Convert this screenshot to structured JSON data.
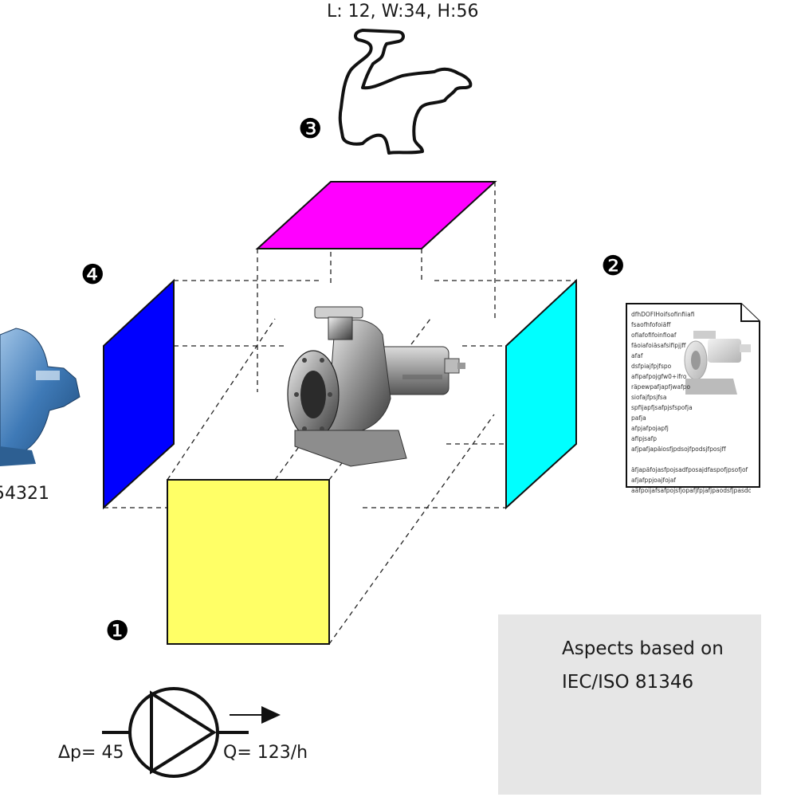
{
  "dimensions_label": "L: 12, W:34, H:56",
  "markers": {
    "one": "❶",
    "two": "❷",
    "three": "❸",
    "four": "❹"
  },
  "partial_label": "54321",
  "document_lines": [
    "dfhDOFIHoifsofinfiiafi",
    "fsaofhfofoiäff",
    "ofiafofifoinfioaf",
    "fäoiafoiäsafsifipjjff",
    "afaf",
    "dsfpiajfpjfspo",
    "afipafpojgfw0+ifro",
    "räpewpafjapfjwafpo",
    "siofajfpsjfsa",
    "spfijapfjsafpjsfspofja",
    "pafja",
    "afpjafpojapfj",
    "afipjsafp",
    "afjpafjapäiosfjpdsojfpodsjfposjff",
    "",
    "äfjapäfojasfpojsadfposajdfaspofjpsofjof",
    "afjafppjoajfojaf",
    "aäfpoijafsafpojsfjopafjfpjafjpaodsfjpasdojf"
  ],
  "pump_symbol": {
    "pressure_label": "Δp= 45",
    "flow_label": "Q= 123/h"
  },
  "legend": {
    "line1": "Aspects based on",
    "line2": "IEC/ISO 81346"
  },
  "colors": {
    "top_face": "#ff00ff",
    "right_face": "#00ffff",
    "left_face": "#0000ff",
    "front_face": "#ffff66",
    "legend_bg": "#e6e6e6"
  },
  "icons": {
    "pump_photo": "centrifugal-pump-icon",
    "document": "document-icon",
    "outline": "pump-outline-icon",
    "cube": "cube-icon"
  }
}
